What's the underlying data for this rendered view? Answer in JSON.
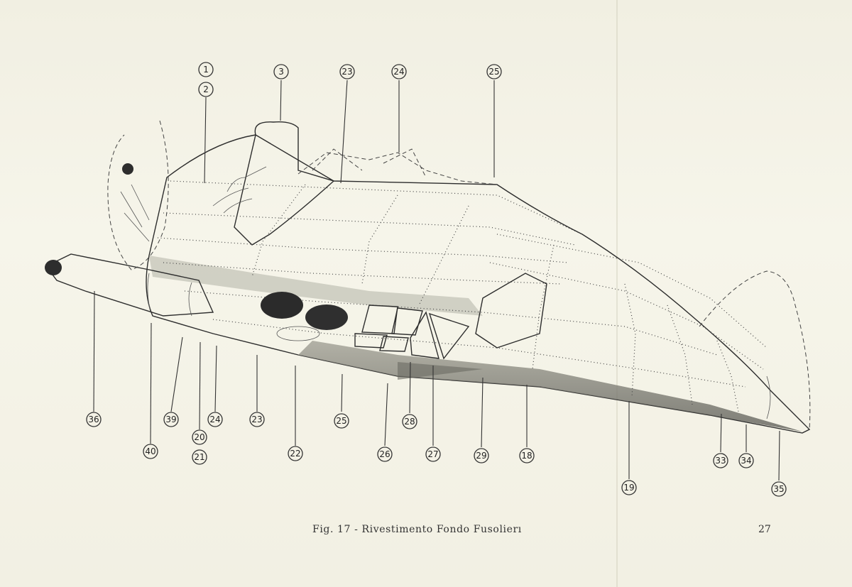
{
  "caption": "Fig.  17 - Rivestimento Fondo Fusolierı",
  "page_number": "27",
  "callouts": [
    {
      "label": "1"
    },
    {
      "label": "2"
    },
    {
      "label": "3"
    },
    {
      "label": "23"
    },
    {
      "label": "24"
    },
    {
      "label": "25"
    },
    {
      "label": "36"
    },
    {
      "label": "40"
    },
    {
      "label": "39"
    },
    {
      "label": "20"
    },
    {
      "label": "21"
    },
    {
      "label": "24"
    },
    {
      "label": "23"
    },
    {
      "label": "22"
    },
    {
      "label": "25"
    },
    {
      "label": "26"
    },
    {
      "label": "28"
    },
    {
      "label": "27"
    },
    {
      "label": "29"
    },
    {
      "label": "18"
    },
    {
      "label": "19"
    },
    {
      "label": "33"
    },
    {
      "label": "34"
    },
    {
      "label": "35"
    }
  ]
}
